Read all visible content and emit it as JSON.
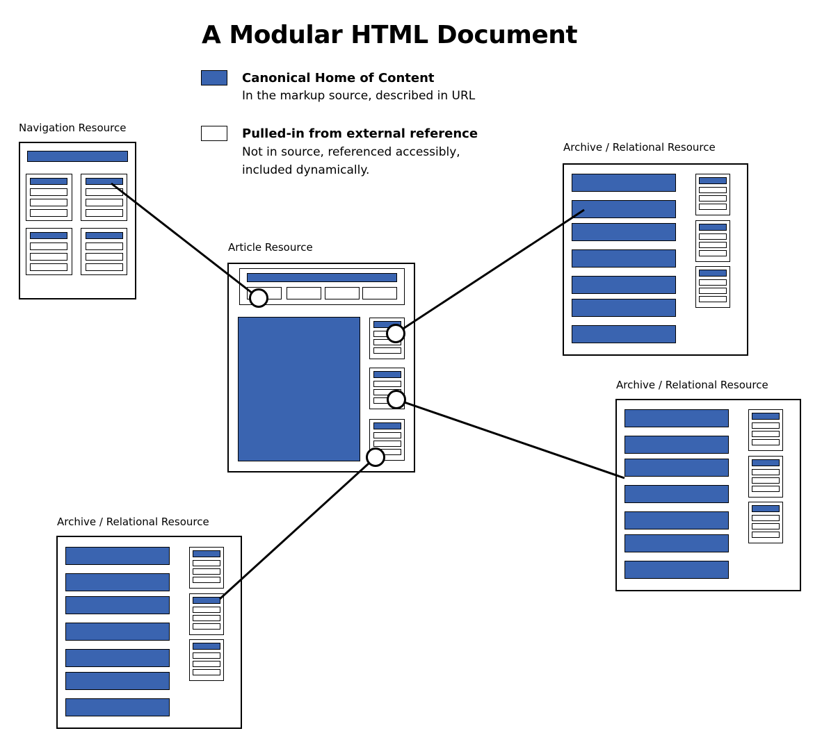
{
  "title": "A Modular HTML Document",
  "legend": {
    "canonical": {
      "heading": "Canonical Home of Content",
      "description": "In the markup source, described in URL",
      "color": "#3a64b0"
    },
    "pulled_in": {
      "heading": "Pulled-in from external reference",
      "description_line1": "Not in source, referenced accessibly,",
      "description_line2": "included dynamically.",
      "color": "#ffffff"
    }
  },
  "resources": {
    "navigation": {
      "label": "Navigation Resource"
    },
    "article": {
      "label": "Article Resource"
    },
    "archive_top_right": {
      "label": "Archive / Relational Resource"
    },
    "archive_right": {
      "label": "Archive / Relational Resource"
    },
    "archive_bottom_left": {
      "label": "Archive / Relational Resource"
    }
  }
}
